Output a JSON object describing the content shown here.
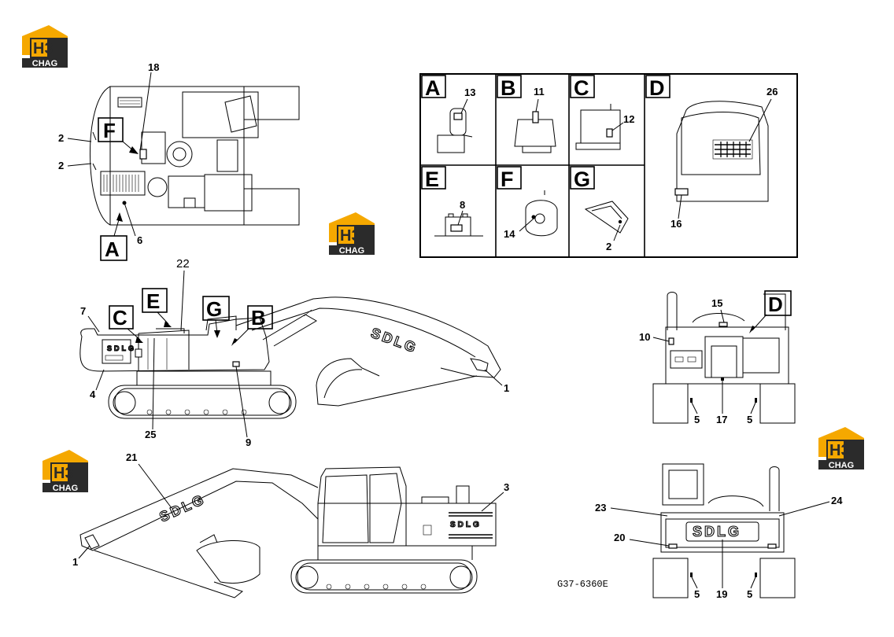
{
  "logo": {
    "brand": "H3",
    "sub": "CHAG"
  },
  "sdlg": "SDLG",
  "drawing_code": "G37-6360E",
  "view_letters": {
    "A": "A",
    "B": "B",
    "C": "C",
    "D": "D",
    "E": "E",
    "F": "F",
    "G": "G"
  },
  "callouts": {
    "n1": "1",
    "n2": "2",
    "n3": "3",
    "n4": "4",
    "n5": "5",
    "n6": "6",
    "n7": "7",
    "n8": "8",
    "n9": "9",
    "n10": "10",
    "n11": "11",
    "n12": "12",
    "n13": "13",
    "n14": "14",
    "n15": "15",
    "n16": "16",
    "n17": "17",
    "n18": "18",
    "n19": "19",
    "n20": "20",
    "n21": "21",
    "n22": "22",
    "n23": "23",
    "n24": "24",
    "n25": "25",
    "n26": "26"
  },
  "colors": {
    "logo_orange": "#F5A800",
    "logo_dark": "#2B2B2B",
    "line": "#000000"
  }
}
